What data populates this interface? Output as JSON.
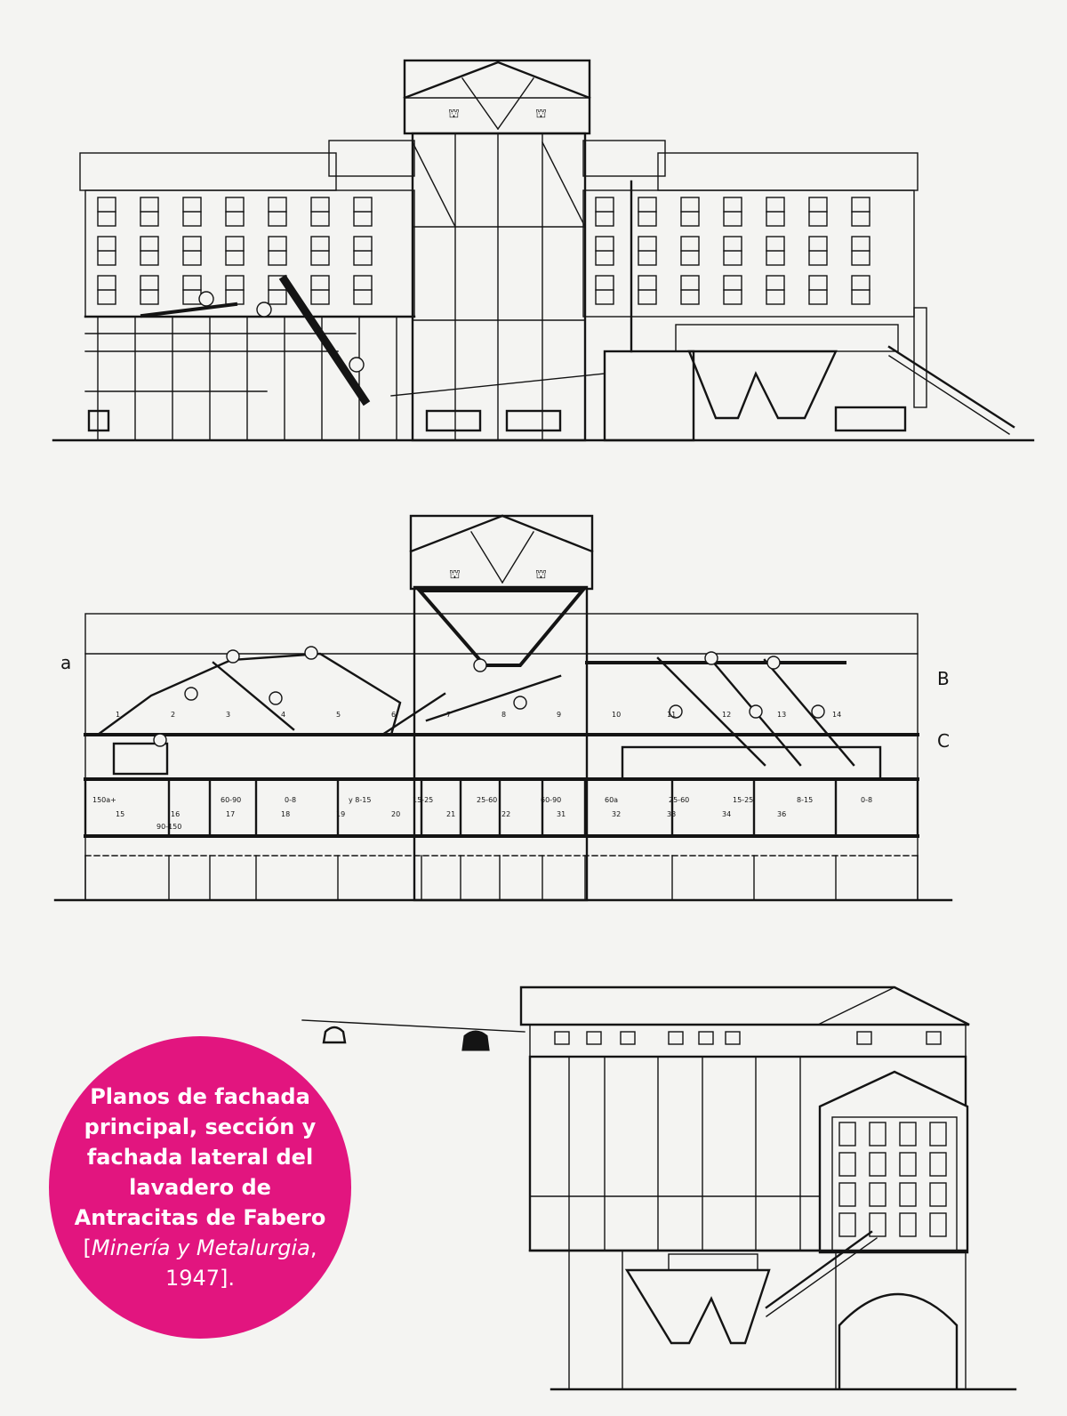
{
  "caption": {
    "bold": "Planos de fachada principal, sección y fachada lateral del lavadero de Antracitas de Fabero",
    "citation_open": " [",
    "citation_source": "Minería y Metalurgia",
    "citation_year": ", 1947].",
    "circle_color": "#e2157f",
    "text_color": "#ffffff"
  },
  "drawing": {
    "ink_color": "#141414",
    "paper_color": "#f4f4f2",
    "section_marks": {
      "left": "a",
      "right_top": "B",
      "right_bottom": "C"
    },
    "machine_numbers": [
      "1",
      "2",
      "3",
      "4",
      "5",
      "6",
      "7",
      "8",
      "9",
      "10",
      "11",
      "12",
      "13",
      "14",
      "15",
      "16",
      "17",
      "18",
      "19",
      "20",
      "21",
      "22",
      "31",
      "32",
      "33",
      "34",
      "36"
    ],
    "hopper_labels": [
      "150a+",
      "90-150",
      "60-90",
      "0-8",
      "y 8-15",
      "15-25",
      "25-60",
      "60-90",
      "60a",
      "25-60",
      "15-25",
      "8-15",
      "0-8"
    ]
  }
}
